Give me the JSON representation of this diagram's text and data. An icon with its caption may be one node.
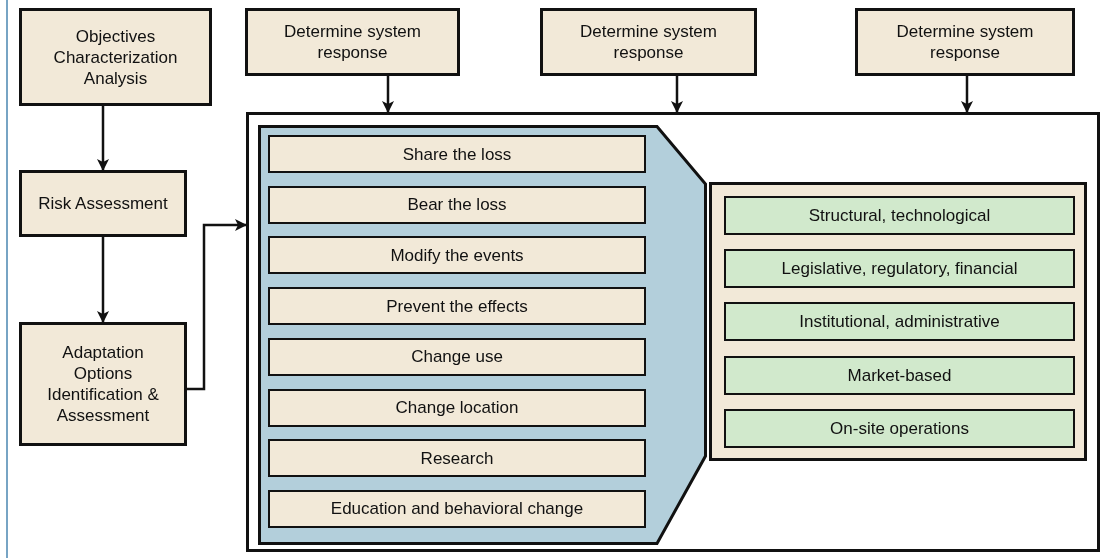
{
  "diagram": {
    "nodes": [
      {
        "text": [
          "Objectives Characterization Analysis"
        ]
      },
      {
        "text": [
          "Risk Assessment"
        ]
      },
      {
        "text": [
          "Adaptation Options Identification & Assessment"
        ]
      },
      {
        "text": [
          "Determine system response"
        ]
      },
      {
        "text": [
          "Determine system response"
        ]
      },
      {
        "text": [
          "Determine system response"
        ]
      },
      {
        "text": [],
        "shape": "box"
      },
      {
        "text": [],
        "shape": "box",
        "in": 6
      },
      {
        "text": [
          "Share the loss"
        ],
        "in": 7
      },
      {
        "text": [
          "Bear the loss"
        ],
        "in": 7
      },
      {
        "text": [
          "Modify the events"
        ],
        "in": 7
      },
      {
        "text": [
          "Prevent the effects"
        ],
        "in": 7
      },
      {
        "text": [
          "Change use"
        ],
        "in": 7
      },
      {
        "text": [
          "Change location"
        ],
        "in": 7
      },
      {
        "text": [
          "Research"
        ],
        "in": 7
      },
      {
        "text": [
          "Education and behavioral change"
        ],
        "in": 7
      },
      {
        "text": [],
        "shape": "box",
        "in": 6
      },
      {
        "text": [
          "Structural, technological"
        ],
        "in": 16
      },
      {
        "text": [
          "Legislative, regulatory, financial"
        ],
        "in": 16
      },
      {
        "text": [
          "Institutional, administrative"
        ],
        "in": 16
      },
      {
        "text": [
          "Market-based"
        ],
        "in": 16
      },
      {
        "text": [
          "On-site operations"
        ],
        "in": 16
      }
    ],
    "edges": [
      {
        "from": 0,
        "to": 1,
        "arrow": "to"
      },
      {
        "from": 1,
        "to": 2,
        "arrow": "to"
      },
      {
        "from": 2,
        "to": 6,
        "arrow": "to"
      },
      {
        "from": 3,
        "to": 6,
        "arrow": "to"
      },
      {
        "from": 4,
        "to": 6,
        "arrow": "to"
      },
      {
        "from": 5,
        "to": 6,
        "arrow": "to"
      }
    ]
  }
}
